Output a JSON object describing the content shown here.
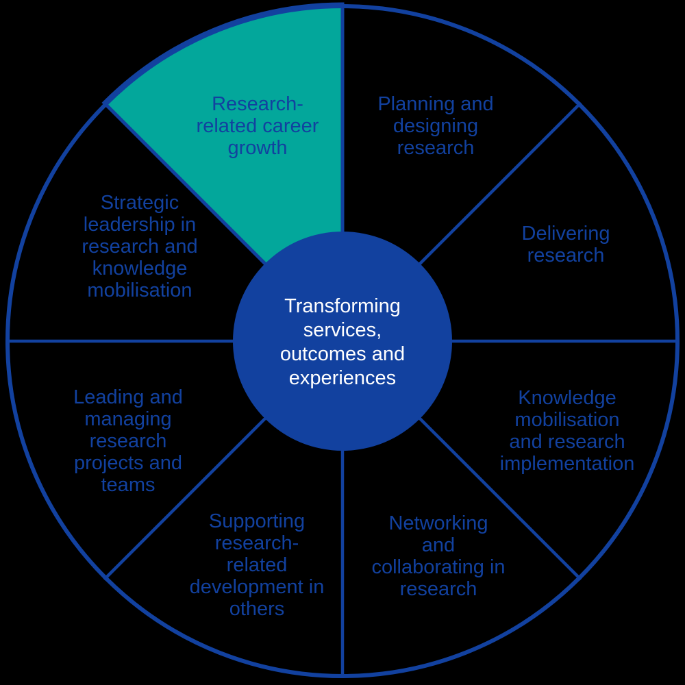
{
  "title": "Research career development framework wheel",
  "colors": {
    "navy": "#12419F",
    "teal": "#03A79B",
    "white": "#FFFFFF",
    "background": "#000000"
  },
  "hub": {
    "label": "Transforming\nservices,\noutcomes and\nexperiences"
  },
  "segments": [
    {
      "name": "research-related-career-growth",
      "label": "Research-\nrelated career\ngrowth",
      "highlighted": true,
      "fill": "#03A79B"
    },
    {
      "name": "planning-and-designing-research",
      "label": "Planning and\ndesigning\nresearch",
      "highlighted": false
    },
    {
      "name": "delivering-research",
      "label": "Delivering\nresearch",
      "highlighted": false
    },
    {
      "name": "knowledge-mobilisation-and-research-implementation",
      "label": "Knowledge\nmobilisation\nand research\nimplementation",
      "highlighted": false
    },
    {
      "name": "networking-and-collaborating-in-research",
      "label": "Networking\nand\ncollaborating in\nresearch",
      "highlighted": false
    },
    {
      "name": "supporting-research-related-development-in-others",
      "label": "Supporting\nresearch-\nrelated\ndevelopment in\nothers",
      "highlighted": false
    },
    {
      "name": "leading-and-managing-research-projects-and-teams",
      "label": "Leading and\nmanaging\nresearch\nprojects and\nteams",
      "highlighted": false
    },
    {
      "name": "strategic-leadership-in-research-and-knowledge-mobilisation",
      "label": "Strategic\nleadership in\nresearch and\nknowledge\nmobilisation",
      "highlighted": false
    }
  ]
}
